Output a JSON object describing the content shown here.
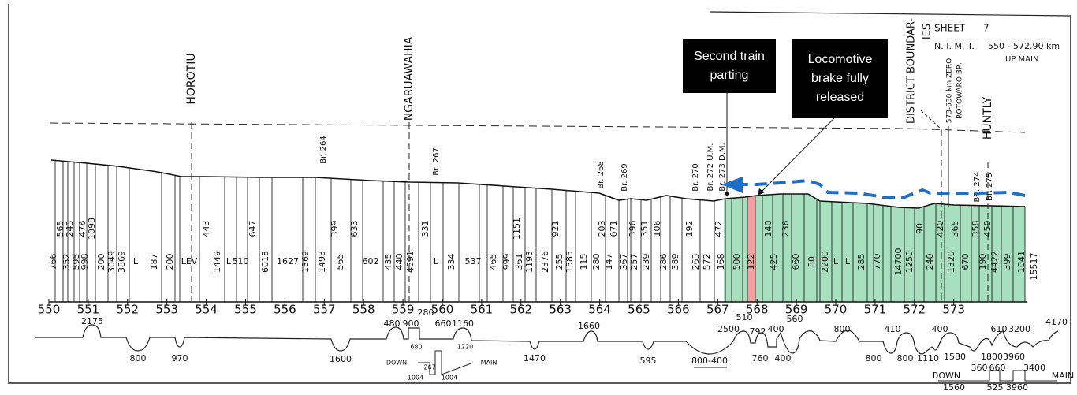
{
  "sheet": {
    "title": "SHEET",
    "number": "7",
    "line": "N. I. M. T.",
    "range": "550 - 572.90 km",
    "direction": "UP MAIN"
  },
  "stations": {
    "horotiu": "HOROTIU",
    "ngaruawahia": "NGARUAWAHIA",
    "huntly": "HUNTLY"
  },
  "district": [
    "DISTRICT BOUNDAR-",
    "IES"
  ],
  "zero_point": [
    "573-630 km ZERO",
    "ROTOWARO BR."
  ],
  "bridges": [
    "Br. 264",
    "Br. 267",
    "Br. 268",
    "Br. 269",
    "Br. 270",
    "Br. 272 U.M.",
    "Br. 273 D.M.",
    "BR. 274",
    "BR 275"
  ],
  "km_ticks": [
    "550",
    "551",
    "552",
    "553",
    "554",
    "555",
    "556",
    "557",
    "558",
    "559",
    "560",
    "561",
    "562",
    "563",
    "564",
    "565",
    "566",
    "567",
    "568",
    "569",
    "570",
    "571",
    "572",
    "573"
  ],
  "gradients_upper": [
    "565",
    "243",
    "476",
    "1098",
    "443",
    "647",
    "399",
    "633",
    "331",
    "1151",
    "921",
    "203",
    "671",
    "396",
    "351",
    "106",
    "192",
    "472",
    "140",
    "236",
    "90",
    "420",
    "365",
    "358",
    "459"
  ],
  "gradients_lower": [
    "766",
    "352",
    "595",
    "998",
    "200",
    "3049",
    "3869",
    "L",
    "187",
    "200",
    "LEV",
    "1449",
    "L",
    "510",
    "6018",
    "1627",
    "1369",
    "1493",
    "565",
    "602",
    "435",
    "440",
    "4591",
    "L",
    "334",
    "537",
    "465",
    "999",
    "361",
    "1193",
    "2376",
    "255",
    "1585",
    "115",
    "280",
    "147",
    "367",
    "257",
    "239",
    "286",
    "389",
    "263",
    "572",
    "168",
    "500",
    "122",
    "425",
    "660",
    "80",
    "2200",
    "L",
    "L",
    "285",
    "770",
    "14700",
    "1250",
    "240",
    "1320",
    "670",
    "190",
    "4422",
    "399",
    "1041",
    "15517"
  ],
  "curves": [
    "2175",
    "800",
    "970",
    "1600",
    "480",
    "900",
    "280",
    "660",
    "1160",
    "680",
    "1220",
    "267",
    "1004",
    "1004",
    "DOWN",
    "MAIN",
    "1470",
    "1660",
    "595",
    "800-400",
    "2500",
    "510",
    "792",
    "400",
    "560",
    "760",
    "400",
    "800",
    "410",
    "400",
    "800",
    "800",
    "1110",
    "1580",
    "360",
    "1800",
    "660",
    "3960",
    "3400",
    "610",
    "3200",
    "4170",
    "DOWN",
    "MAIN",
    "1560",
    "525",
    "3960"
  ],
  "annotations": {
    "second_train": [
      "Second train",
      "parting"
    ],
    "loco_brake": [
      "Locomotive",
      "brake  fully",
      "released"
    ]
  },
  "colors": {
    "highlight_green": "#a6e0bf",
    "highlight_red": "#f4a1a1",
    "direction_arrow": "#1f6fc4"
  }
}
